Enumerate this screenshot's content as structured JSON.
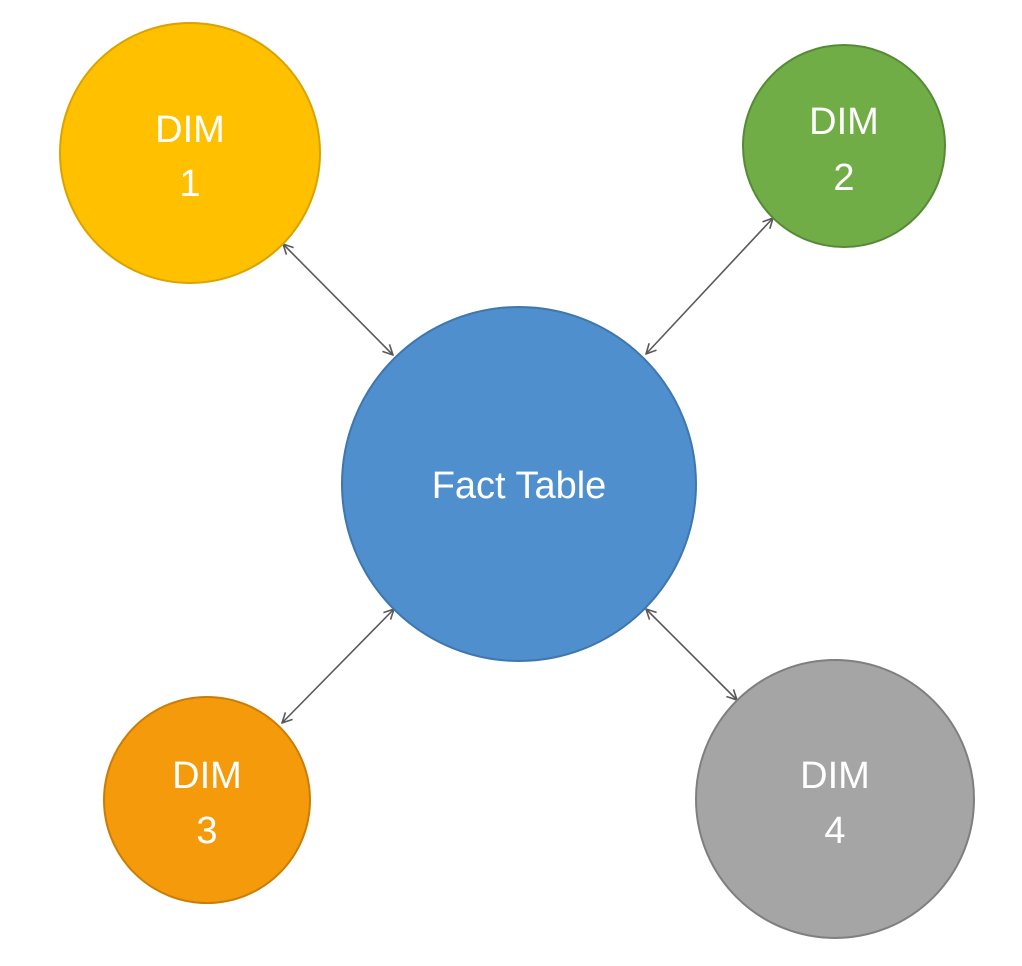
{
  "diagram": {
    "center": {
      "label": "Fact Table",
      "color": "#4f8fcd",
      "stroke": "#3f77ad"
    },
    "dimensions": [
      {
        "name": "dim-1",
        "line1": "DIM",
        "line2": "1",
        "color": "#ffc000",
        "stroke": "#d9a300"
      },
      {
        "name": "dim-2",
        "line1": "DIM",
        "line2": "2",
        "color": "#70ad47",
        "stroke": "#578a36"
      },
      {
        "name": "dim-3",
        "line1": "DIM",
        "line2": "3",
        "color": "#f59b0b",
        "stroke": "#c97f07"
      },
      {
        "name": "dim-4",
        "line1": "DIM",
        "line2": "4",
        "color": "#a5a5a5",
        "stroke": "#7f7f7f"
      }
    ],
    "connectors": {
      "color": "#595959"
    }
  }
}
